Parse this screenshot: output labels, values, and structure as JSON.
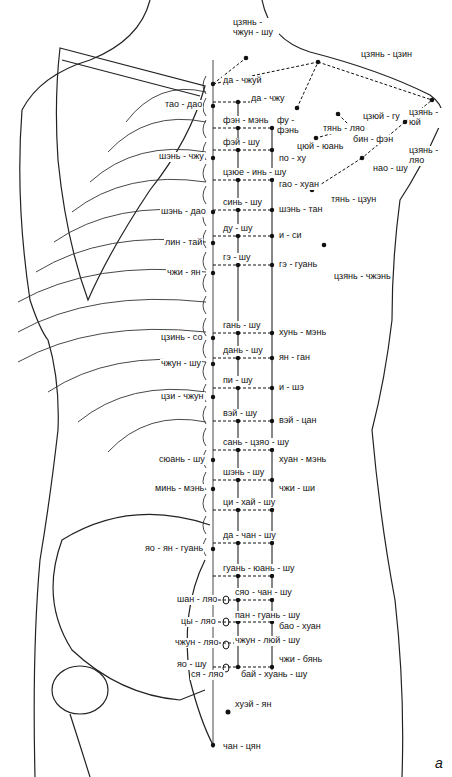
{
  "diagram": {
    "labels": [
      "цзянь - чжун - шу",
      "цзянь - цзин",
      "да - чжуй",
      "тао - дао",
      "да - чжу",
      "цзюй - гу",
      "тянь - ляо",
      "цзянь - юй",
      "фэн - мэнь",
      "фу - фэнь",
      "бин - фэн",
      "цюй - юань",
      "цзянь - ляо",
      "фэй - шу",
      "шэнь - чжу",
      "по - ху",
      "нао - шу",
      "цзюе - инь - шу",
      "гао - хуан",
      "синь - шу",
      "шэнь - тан",
      "тянь - цзун",
      "шэнь - дао",
      "ду - шу",
      "лин - тай",
      "и - си",
      "чжи - ян",
      "гэ - шу",
      "гэ - гуань",
      "цзянь - чжэнь",
      "цзинь - со",
      "гань - шу",
      "хунь - мэнь",
      "дань - шу",
      "чжун - шу",
      "ян - ган",
      "пи - шу",
      "цзи - чжун",
      "и - шэ",
      "вэй - шу",
      "вэй - цан",
      "сань - цзяо - шу",
      "сюань - шу",
      "хуан - мэнь",
      "шэнь - шу",
      "минь - мэнь",
      "чжи - ши",
      "ци - хай - шу",
      "да - чан - шу",
      "яо - ян - гуань",
      "гуань - юань - шу",
      "шан - ляо",
      "сяо - чан - шу",
      "цы - ляо",
      "пан - гуань - шу",
      "бао - хуан",
      "чжун - ляо",
      "чжун - люй - шу",
      "яо - шу",
      "чжи - бянь",
      "ся - ляо",
      "бай - хуань - шу",
      "хуэй - ян",
      "чан - цян",
      "а"
    ]
  }
}
